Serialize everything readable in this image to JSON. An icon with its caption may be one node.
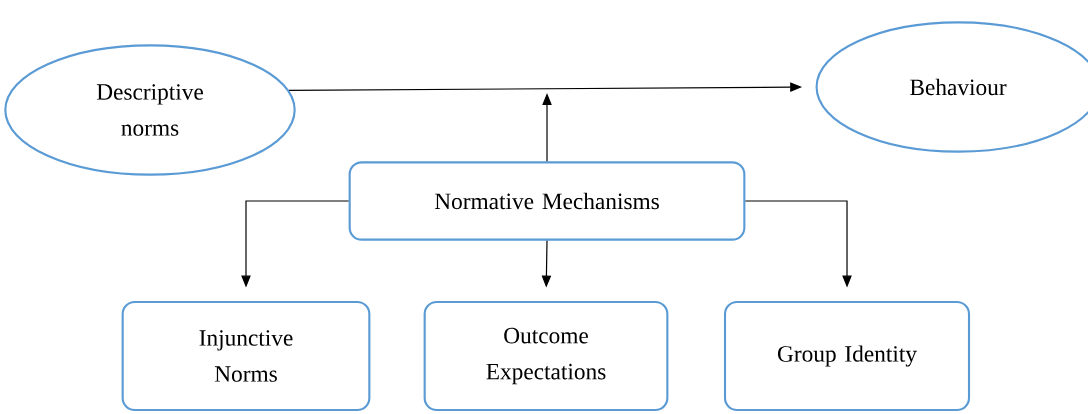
{
  "diagram": {
    "nodes": [
      {
        "text": [
          "Descriptive norms"
        ]
      },
      {
        "text": [
          "Behaviour"
        ]
      },
      {
        "text": [
          "Normative Mechanisms"
        ]
      },
      {
        "text": [
          "Injunctive Norms"
        ]
      },
      {
        "text": [
          "Outcome Expectations"
        ]
      },
      {
        "text": [
          "Group Identity"
        ]
      }
    ],
    "edges": [
      {
        "from": 0,
        "to": 1,
        "arrow": "to"
      },
      {
        "from": 2,
        "to": null,
        "arrow": "to"
      },
      {
        "from": 2,
        "to": 3,
        "arrow": "to"
      },
      {
        "from": 2,
        "to": 4,
        "arrow": "to"
      },
      {
        "from": 2,
        "to": 5,
        "arrow": "to"
      }
    ]
  }
}
